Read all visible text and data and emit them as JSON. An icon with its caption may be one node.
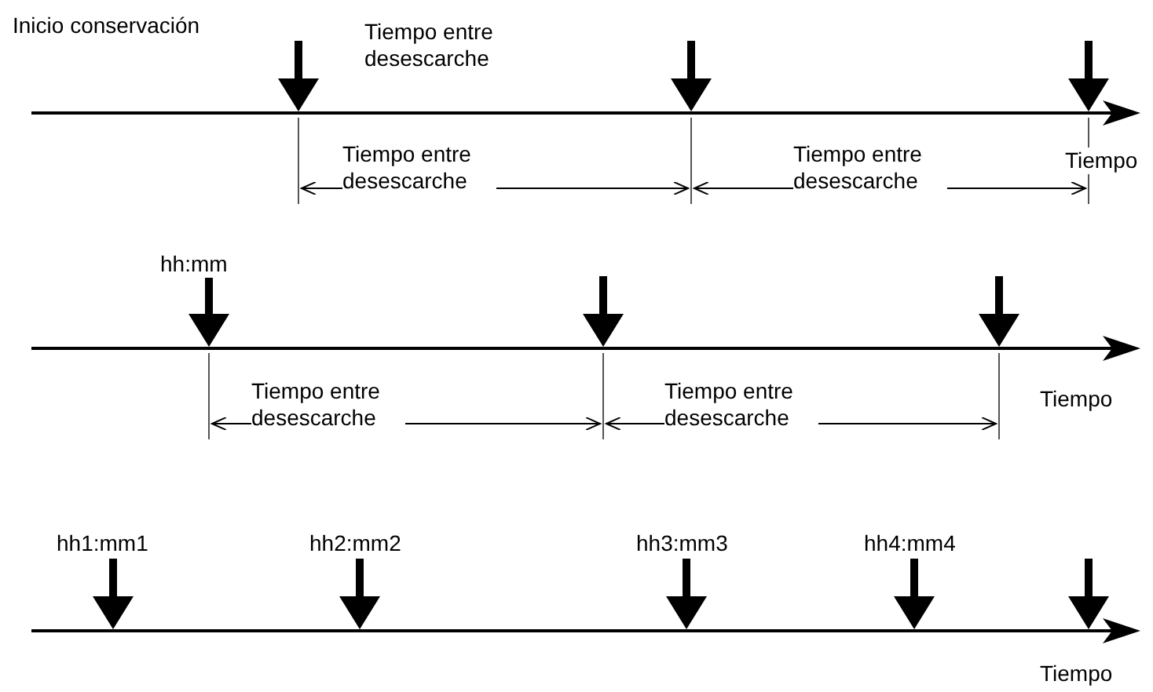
{
  "diagram": {
    "labels": [
      "Inicio conservación",
      "Tiempo entre desescarche",
      "Tiempo entre desescarche",
      "Tiempo entre desescarche",
      "Tiempo",
      "hh:mm",
      "Tiempo entre desescarche",
      "Tiempo entre desescarche",
      "Tiempo",
      "hh1:mm1",
      "hh2:mm2",
      "hh3:mm3",
      "hh4:mm4",
      "Tiempo"
    ]
  }
}
